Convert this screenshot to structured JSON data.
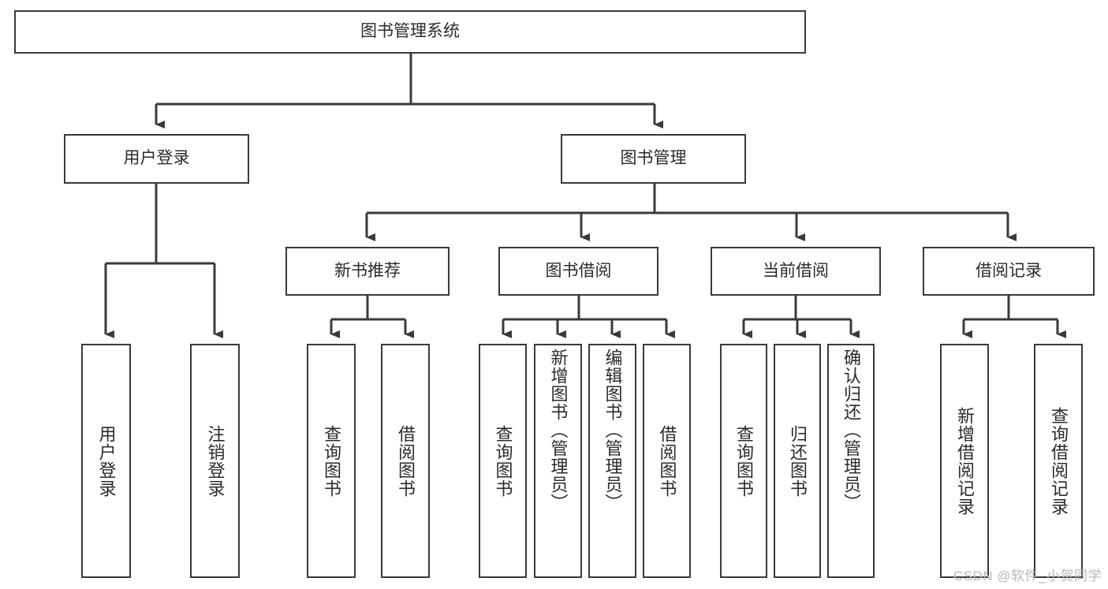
{
  "diagram": {
    "title": "图书管理系统",
    "type": "tree",
    "background_color": "#ffffff",
    "line_color": "#3a3a3a",
    "text_color": "#2b2b2b",
    "root": {
      "id": "root",
      "label": "图书管理系统",
      "orientation": "horizontal"
    },
    "level2": [
      {
        "id": "user-login",
        "label": "用户登录",
        "orientation": "horizontal"
      },
      {
        "id": "book-manage",
        "label": "图书管理",
        "orientation": "horizontal"
      }
    ],
    "level3": [
      {
        "id": "new-book-recommend",
        "label": "新书推荐",
        "orientation": "horizontal",
        "parent": "book-manage"
      },
      {
        "id": "book-borrow",
        "label": "图书借阅",
        "orientation": "horizontal",
        "parent": "book-manage"
      },
      {
        "id": "current-borrow",
        "label": "当前借阅",
        "orientation": "horizontal",
        "parent": "book-manage"
      },
      {
        "id": "borrow-record",
        "label": "借阅记录",
        "orientation": "horizontal",
        "parent": "book-manage"
      }
    ],
    "leaves": [
      {
        "id": "leaf-user-login",
        "label": "用户登录",
        "orientation": "vertical",
        "parent": "user-login"
      },
      {
        "id": "leaf-logout-login",
        "label": "注销登录",
        "orientation": "vertical",
        "parent": "user-login"
      },
      {
        "id": "leaf-query-book-1",
        "label": "查询图书",
        "orientation": "vertical",
        "parent": "new-book-recommend"
      },
      {
        "id": "leaf-borrow-book-1",
        "label": "借阅图书",
        "orientation": "vertical",
        "parent": "new-book-recommend"
      },
      {
        "id": "leaf-query-book-2",
        "label": "查询图书",
        "orientation": "vertical",
        "parent": "book-borrow"
      },
      {
        "id": "leaf-add-book",
        "label": "新增图书（管理员）",
        "orientation": "vertical",
        "parent": "book-borrow"
      },
      {
        "id": "leaf-edit-book",
        "label": "编辑图书（管理员）",
        "orientation": "vertical",
        "parent": "book-borrow"
      },
      {
        "id": "leaf-borrow-book-2",
        "label": "借阅图书",
        "orientation": "vertical",
        "parent": "book-borrow"
      },
      {
        "id": "leaf-query-book-3",
        "label": "查询图书",
        "orientation": "vertical",
        "parent": "current-borrow"
      },
      {
        "id": "leaf-return-book",
        "label": "归还图书",
        "orientation": "vertical",
        "parent": "current-borrow"
      },
      {
        "id": "leaf-confirm-return",
        "label": "确认归还（管理员）",
        "orientation": "vertical",
        "parent": "current-borrow"
      },
      {
        "id": "leaf-add-record",
        "label": "新增借阅记录",
        "orientation": "vertical",
        "parent": "borrow-record"
      },
      {
        "id": "leaf-query-record",
        "label": "查询借阅记录",
        "orientation": "vertical",
        "parent": "borrow-record"
      }
    ]
  },
  "watermark": {
    "text": "CSDN @软件_小贺同学"
  }
}
